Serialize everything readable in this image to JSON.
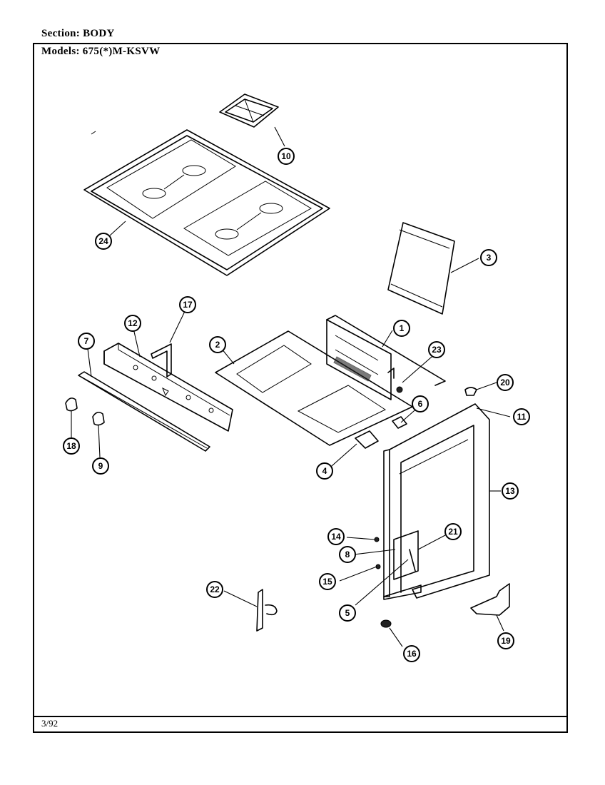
{
  "header": {
    "section": "Section: BODY",
    "models": "Models: 675(*)M-KSVW"
  },
  "footer": {
    "date": "3/92"
  },
  "callouts": [
    "1",
    "2",
    "3",
    "4",
    "5",
    "6",
    "7",
    "8",
    "9",
    "10",
    "11",
    "12",
    "13",
    "14",
    "15",
    "16",
    "17",
    "18",
    "19",
    "20",
    "21",
    "22",
    "23",
    "24"
  ]
}
